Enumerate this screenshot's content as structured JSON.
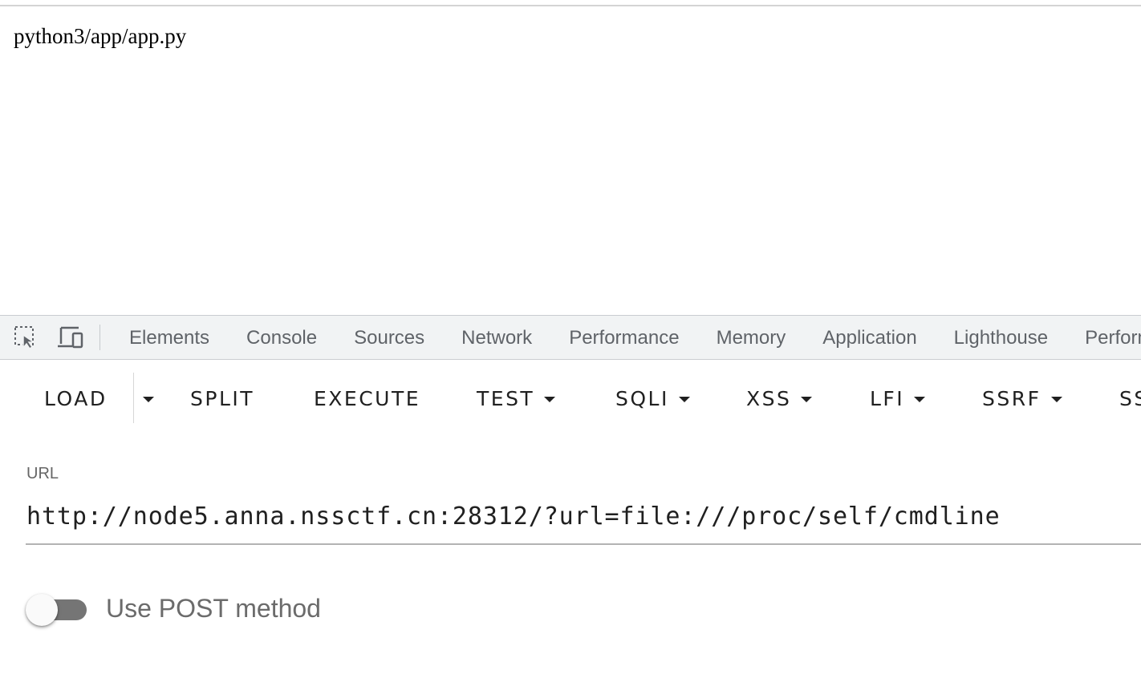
{
  "page": {
    "text": "python3/app/app.py"
  },
  "devtools": {
    "icons": {
      "inspect": "inspect-element-icon",
      "device": "device-toolbar-icon"
    },
    "tabs": [
      {
        "label": "Elements"
      },
      {
        "label": "Console"
      },
      {
        "label": "Sources"
      },
      {
        "label": "Network"
      },
      {
        "label": "Performance"
      },
      {
        "label": "Memory"
      },
      {
        "label": "Application"
      },
      {
        "label": "Lighthouse"
      },
      {
        "label": "Perform"
      }
    ]
  },
  "hackbar": {
    "buttons": {
      "load": "LOAD",
      "split": "SPLIT",
      "execute": "EXECUTE",
      "test": "TEST",
      "sqli": "SQLI",
      "xss": "XSS",
      "lfi": "LFI",
      "ssrf": "SSRF",
      "ssti": "SS"
    },
    "url_label": "URL",
    "url_value": "http://node5.anna.nssctf.cn:28312/?url=file:///proc/self/cmdline",
    "post_toggle_label": "Use POST method",
    "post_toggle_on": false
  },
  "colors": {
    "tab_text": "#5f6368",
    "devtools_bg": "#f1f3f4",
    "toggle_track": "#757575"
  }
}
